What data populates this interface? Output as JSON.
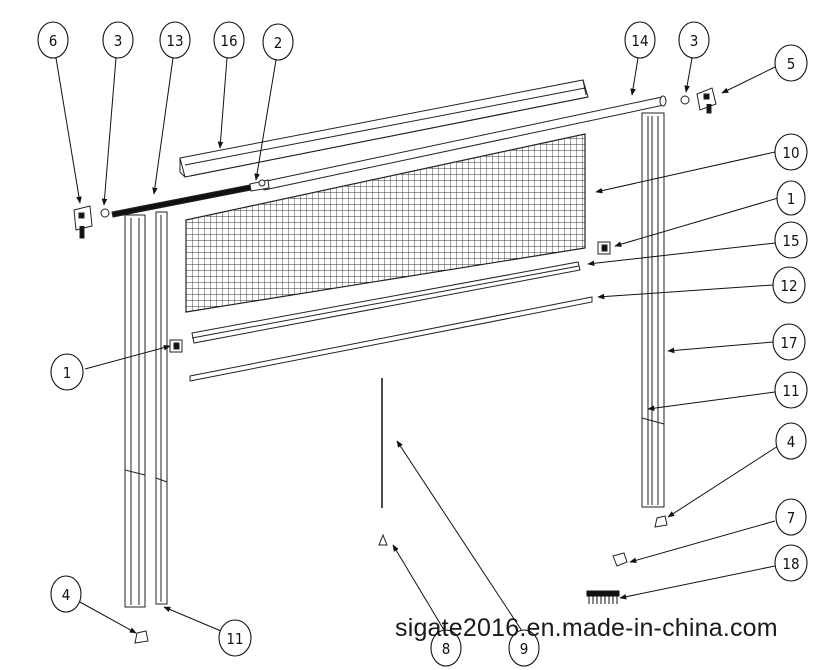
{
  "diagram": {
    "callouts": [
      {
        "id": "c6a",
        "label": "6"
      },
      {
        "id": "c3a",
        "label": "3"
      },
      {
        "id": "c13",
        "label": "13"
      },
      {
        "id": "c16",
        "label": "16"
      },
      {
        "id": "c2",
        "label": "2"
      },
      {
        "id": "c14",
        "label": "14"
      },
      {
        "id": "c3b",
        "label": "3"
      },
      {
        "id": "c5",
        "label": "5"
      },
      {
        "id": "c10",
        "label": "10"
      },
      {
        "id": "c1a",
        "label": "1"
      },
      {
        "id": "c15",
        "label": "15"
      },
      {
        "id": "c12",
        "label": "12"
      },
      {
        "id": "c1b",
        "label": "1"
      },
      {
        "id": "c17",
        "label": "17"
      },
      {
        "id": "c11a",
        "label": "11"
      },
      {
        "id": "c4a",
        "label": "4"
      },
      {
        "id": "c7",
        "label": "7"
      },
      {
        "id": "c18",
        "label": "18"
      },
      {
        "id": "c4b",
        "label": "4"
      },
      {
        "id": "c11b",
        "label": "11"
      },
      {
        "id": "c8",
        "label": "8"
      },
      {
        "id": "c9",
        "label": "9"
      }
    ]
  },
  "watermark": "sigate2016.en.made-in-china.com"
}
